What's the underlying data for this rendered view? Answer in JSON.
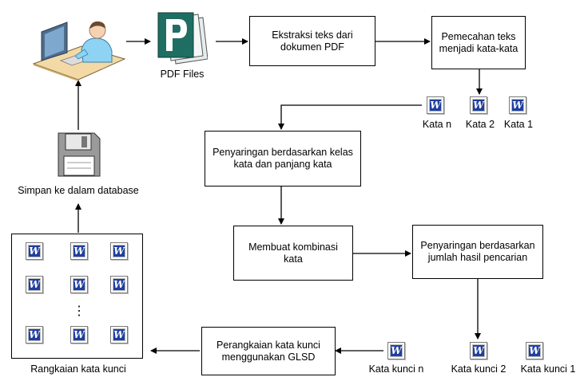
{
  "nodes": {
    "pdf_files": "PDF Files",
    "ekstraksi": "Ekstraksi teks dari dokumen PDF",
    "pemecahan": "Pemecahan teks menjadi kata-kata",
    "penyaringan_kelas": "Penyaringan berdasarkan kelas kata dan panjang kata",
    "membuat_kombinasi": "Membuat kombinasi kata",
    "penyaringan_jumlah": "Penyaringan berdasarkan jumlah hasil pencarian",
    "perangkaian": "Perangkaian kata kunci menggunakan GLSD",
    "simpan": "Simpan ke dalam database",
    "rangkaian": "Rangkaian kata kunci"
  },
  "words": {
    "kata_n": "Kata n",
    "kata_2": "Kata 2",
    "kata_1": "Kata 1",
    "kata_kunci_n": "Kata kunci n",
    "kata_kunci_2": "Kata kunci 2",
    "kata_kunci_1": "Kata kunci 1"
  },
  "icons": {
    "word_doc_letter": "W",
    "grid_ellipsis": "⋮",
    "pdf_letter": "P"
  },
  "colors": {
    "word_icon_blue": "#1f3fa0",
    "pdf_teal": "#1f6e63",
    "user_shirt": "#8fd3f4",
    "floppy_gray": "#9a9a9a"
  }
}
